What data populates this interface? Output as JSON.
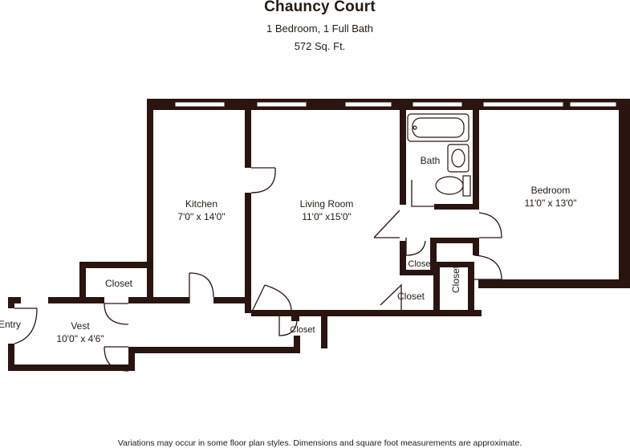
{
  "header": {
    "title": "Chauncy Court",
    "subtitle": "1 Bedroom, 1 Full Bath",
    "square_feet": "572 Sq. Ft."
  },
  "rooms": {
    "kitchen": {
      "name": "Kitchen",
      "dimensions": "7'0\" x 14'0\""
    },
    "living_room": {
      "name": "Living Room",
      "dimensions": "11'0\" x15'0\""
    },
    "bath": {
      "name": "Bath"
    },
    "bedroom": {
      "name": "Bedroom",
      "dimensions": "11'0\" x 13'0\""
    },
    "vest": {
      "name": "Vest",
      "dimensions": "10'0\" x 4'6\""
    },
    "entry": {
      "name": "Entry"
    },
    "closets": [
      "Closet",
      "Closet",
      "Closet",
      "Closet",
      "Closet"
    ]
  },
  "footer": {
    "disclaimer": "Variations may occur in some floor plan styles. Dimensions and square foot measurements are approximate."
  },
  "colors": {
    "wall": "#2a1410",
    "window_glass": "#ffffff",
    "text": "#231a12"
  }
}
